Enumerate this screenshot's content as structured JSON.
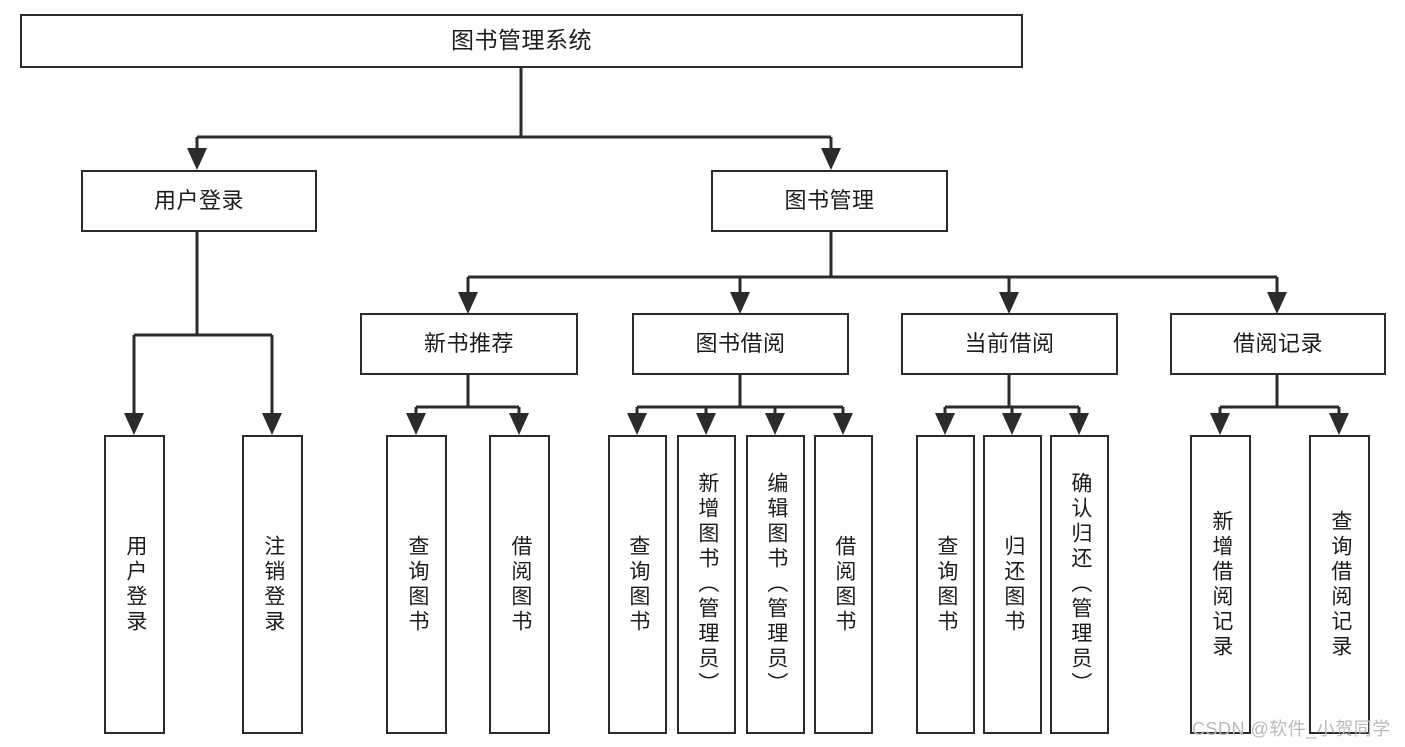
{
  "diagram": {
    "type": "tree-hierarchy",
    "title": "图书管理系统",
    "root": {
      "label": "图书管理系统"
    },
    "level2": [
      {
        "id": "user-login",
        "label": "用户登录"
      },
      {
        "id": "book-management",
        "label": "图书管理"
      }
    ],
    "level3": [
      {
        "id": "new-book-recommend",
        "label": "新书推荐",
        "parent": "book-management"
      },
      {
        "id": "book-borrow",
        "label": "图书借阅",
        "parent": "book-management"
      },
      {
        "id": "current-borrow",
        "label": "当前借阅",
        "parent": "book-management"
      },
      {
        "id": "borrow-record",
        "label": "借阅记录",
        "parent": "book-management"
      }
    ],
    "leaves": [
      {
        "id": "leaf-user-login",
        "label": "用户登录",
        "parent": "user-login"
      },
      {
        "id": "leaf-logout",
        "label": "注销登录",
        "parent": "user-login"
      },
      {
        "id": "leaf-query-book-1",
        "label": "查询图书",
        "parent": "new-book-recommend"
      },
      {
        "id": "leaf-borrow-book-1",
        "label": "借阅图书",
        "parent": "new-book-recommend"
      },
      {
        "id": "leaf-query-book-2",
        "label": "查询图书",
        "parent": "book-borrow"
      },
      {
        "id": "leaf-add-book",
        "label": "新增图书（管理员）",
        "parent": "book-borrow"
      },
      {
        "id": "leaf-edit-book",
        "label": "编辑图书（管理员）",
        "parent": "book-borrow"
      },
      {
        "id": "leaf-borrow-book-2",
        "label": "借阅图书",
        "parent": "book-borrow"
      },
      {
        "id": "leaf-query-book-3",
        "label": "查询图书",
        "parent": "current-borrow"
      },
      {
        "id": "leaf-return-book",
        "label": "归还图书",
        "parent": "current-borrow"
      },
      {
        "id": "leaf-confirm-return",
        "label": "确认归还（管理员）",
        "parent": "current-borrow"
      },
      {
        "id": "leaf-add-record",
        "label": "新增借阅记录",
        "parent": "borrow-record"
      },
      {
        "id": "leaf-query-record",
        "label": "查询借阅记录",
        "parent": "borrow-record"
      }
    ],
    "watermark": "CSDN @软件_小贺同学",
    "colors": {
      "stroke": "#2b2b2b",
      "background": "#ffffff",
      "text": "#1c1c1c",
      "watermark": "#b9b9b9"
    }
  }
}
